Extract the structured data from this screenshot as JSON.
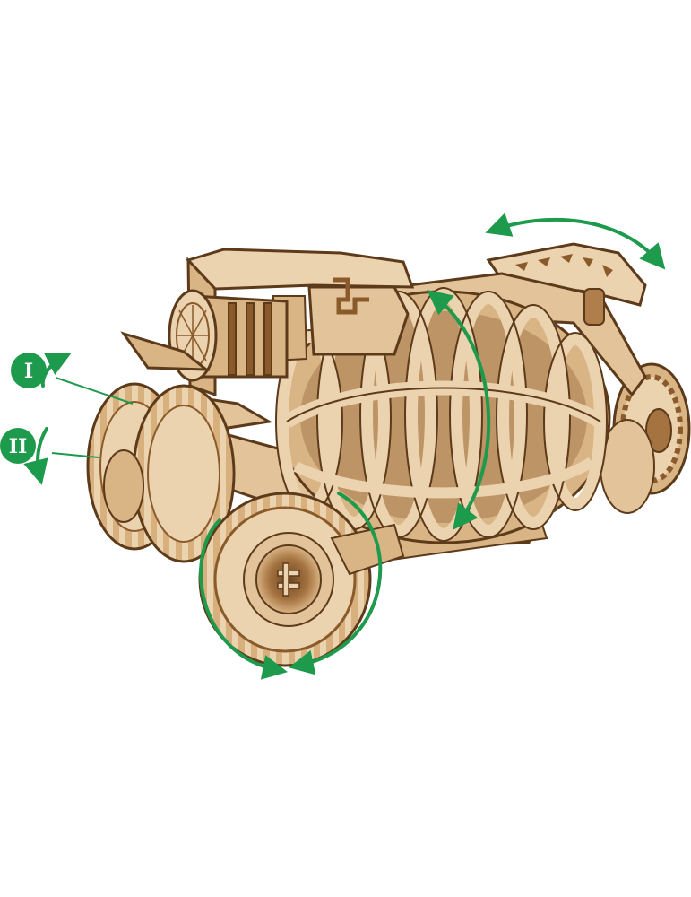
{
  "labels": {
    "mode_1": "I",
    "mode_2": "II"
  },
  "colors": {
    "accent": "#1e9a4c",
    "wood_light": "#ecd3b0",
    "wood_mid": "#d9b485",
    "wood_dark": "#8a5a2b",
    "wood_shadow": "#5c3a1a",
    "background": "#ffffff"
  },
  "motion_indicators": [
    {
      "id": "sidecar-swing",
      "icon": "double-arrow-arc"
    },
    {
      "id": "body-rotation",
      "icon": "double-arrow-arc"
    },
    {
      "id": "front-wheel-rotation",
      "icon": "double-arrow-arc"
    },
    {
      "id": "mode-1-turn",
      "icon": "curved-arrow-up"
    },
    {
      "id": "mode-2-turn",
      "icon": "curved-arrow-down"
    }
  ]
}
